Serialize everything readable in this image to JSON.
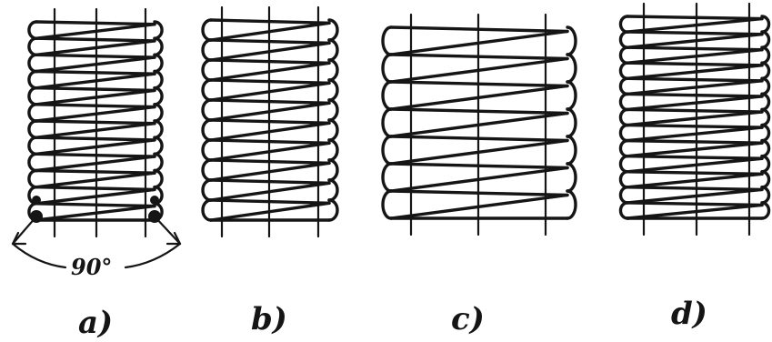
{
  "figure": {
    "angle_label": "90°",
    "panels": [
      {
        "id": "a",
        "caption": "a)",
        "turns": 12,
        "ground_ends": true
      },
      {
        "id": "b",
        "caption": "b)",
        "turns": 10,
        "ground_ends": false
      },
      {
        "id": "c",
        "caption": "c)",
        "turns": 7,
        "ground_ends": false
      },
      {
        "id": "d",
        "caption": "d)",
        "turns": 13,
        "ground_ends": false
      }
    ]
  }
}
